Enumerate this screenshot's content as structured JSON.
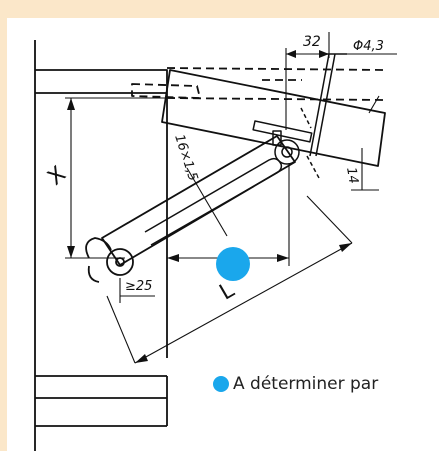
{
  "diagram": {
    "dimensions": {
      "d32": "32",
      "phi": "Φ4,3",
      "slot": "16×1,5",
      "d14": "14",
      "x": "X",
      "min25": "≥25",
      "l": "L"
    }
  },
  "legend": {
    "text": "A déterminer par"
  },
  "colors": {
    "background": "#fbe7c9",
    "panel": "#ffffff",
    "ink": "#111111",
    "marker": "#1aa7ec"
  }
}
